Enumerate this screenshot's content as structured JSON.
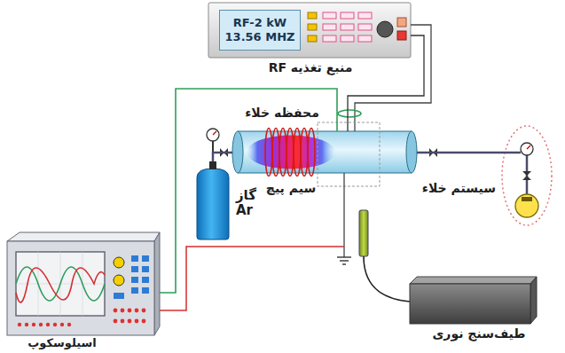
{
  "diagram": {
    "nodes": [
      {
        "text": [
          "منبع تغذیه RF"
        ]
      },
      {
        "text": [
          "RF-2 kW 13.56 MHZ"
        ],
        "in": 0
      },
      {
        "text": [
          "محفظه خلاء"
        ]
      },
      {
        "text": [
          "گاز Ar"
        ]
      },
      {
        "text": [
          "سیستم خلاء"
        ]
      },
      {
        "text": [
          "اسیلوسکوپ"
        ]
      },
      {
        "text": [
          "طیف‌سنج نوری"
        ]
      }
    ],
    "edges": [
      {
        "from": 0,
        "to": 2,
        "arrow": "none"
      },
      {
        "from": 3,
        "to": 2,
        "arrow": "none"
      },
      {
        "from": 2,
        "to": 4,
        "arrow": "none"
      },
      {
        "from": 5,
        "to": 2,
        "arrow": "none"
      }
    ],
    "labels": [
      "سیم پیچ"
    ]
  }
}
